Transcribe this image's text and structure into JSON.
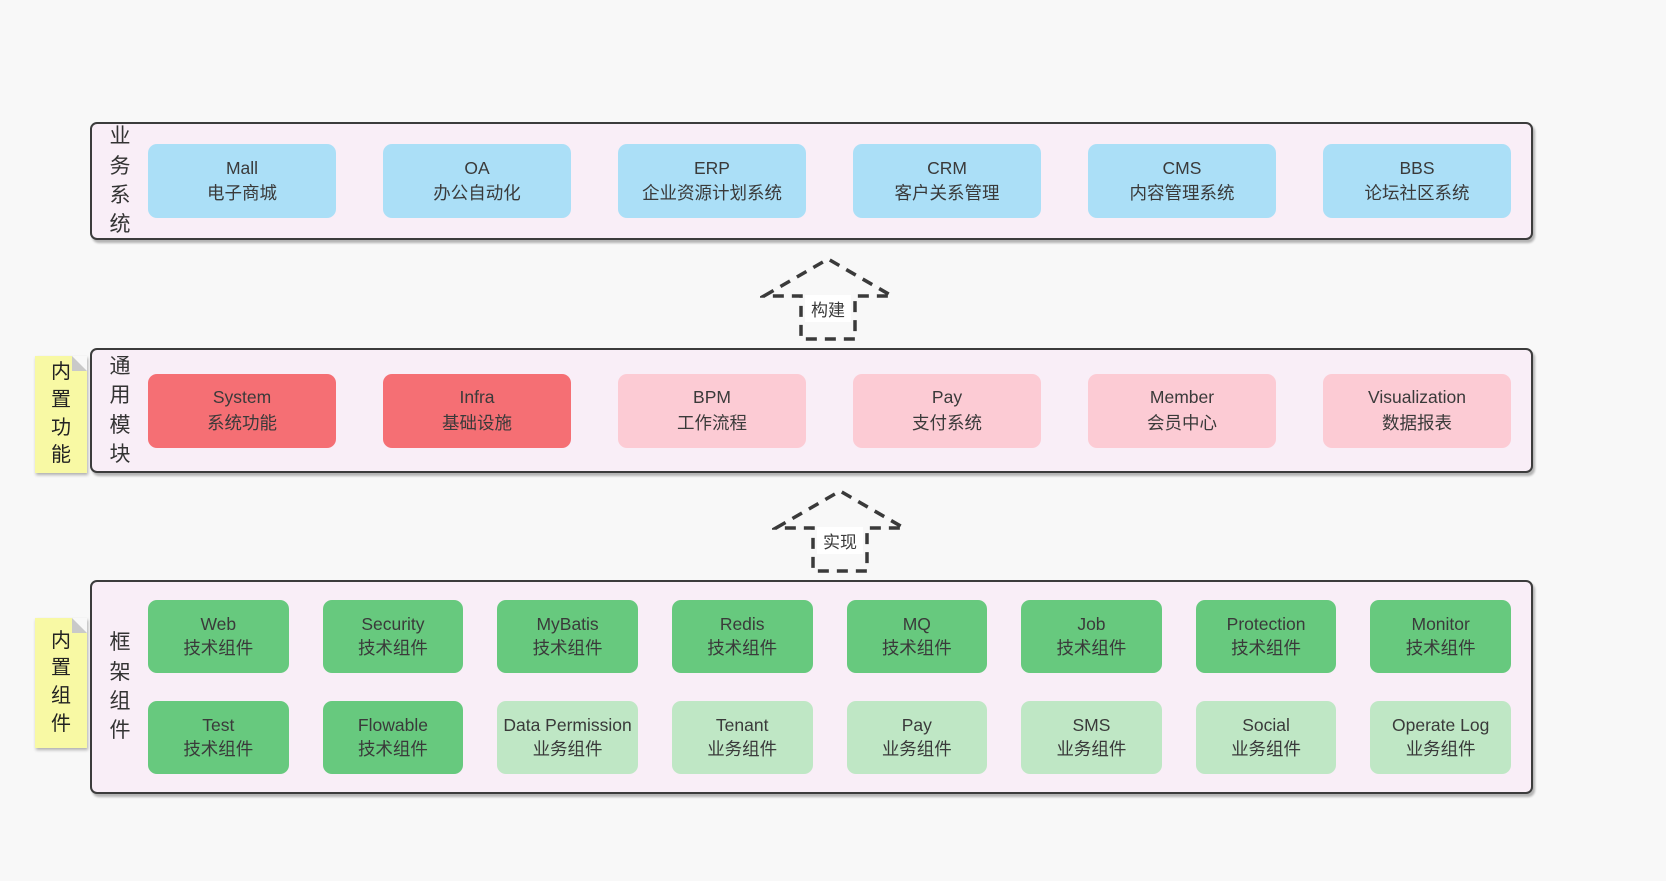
{
  "colors": {
    "page_bg": "#f8f8f8",
    "container_bg": "#f9eef7",
    "container_border": "#3c3c3c",
    "blue": "#abdff7",
    "red": "#f56f74",
    "pink": "#fccbd4",
    "green": "#67c97e",
    "light_green": "#bfe7c5",
    "sticky_yellow": "#f8f9a4",
    "text": "#3a3a3a"
  },
  "arrows": [
    {
      "label": "构建"
    },
    {
      "label": "实现"
    }
  ],
  "layers": [
    {
      "side_label": "业务系统",
      "boxes": [
        {
          "title": "Mall",
          "subtitle": "电子商城"
        },
        {
          "title": "OA",
          "subtitle": "办公自动化"
        },
        {
          "title": "ERP",
          "subtitle": "企业资源计划系统"
        },
        {
          "title": "CRM",
          "subtitle": "客户关系管理"
        },
        {
          "title": "CMS",
          "subtitle": "内容管理系统"
        },
        {
          "title": "BBS",
          "subtitle": "论坛社区系统"
        }
      ]
    },
    {
      "sticky": "内置功能",
      "side_label": "通用模块",
      "boxes": [
        {
          "title": "System",
          "subtitle": "系统功能"
        },
        {
          "title": "Infra",
          "subtitle": "基础设施"
        },
        {
          "title": "BPM",
          "subtitle": "工作流程"
        },
        {
          "title": "Pay",
          "subtitle": "支付系统"
        },
        {
          "title": "Member",
          "subtitle": "会员中心"
        },
        {
          "title": "Visualization",
          "subtitle": "数据报表"
        }
      ]
    },
    {
      "sticky": "内置组件",
      "side_label": "框架组件",
      "rows": [
        [
          {
            "title": "Web",
            "subtitle": "技术组件"
          },
          {
            "title": "Security",
            "subtitle": "技术组件"
          },
          {
            "title": "MyBatis",
            "subtitle": "技术组件"
          },
          {
            "title": "Redis",
            "subtitle": "技术组件"
          },
          {
            "title": "MQ",
            "subtitle": "技术组件"
          },
          {
            "title": "Job",
            "subtitle": "技术组件"
          },
          {
            "title": "Protection",
            "subtitle": "技术组件"
          },
          {
            "title": "Monitor",
            "subtitle": "技术组件"
          }
        ],
        [
          {
            "title": "Test",
            "subtitle": "技术组件"
          },
          {
            "title": "Flowable",
            "subtitle": "技术组件"
          },
          {
            "title": "Data Permission",
            "subtitle": "业务组件"
          },
          {
            "title": "Tenant",
            "subtitle": "业务组件"
          },
          {
            "title": "Pay",
            "subtitle": "业务组件"
          },
          {
            "title": "SMS",
            "subtitle": "业务组件"
          },
          {
            "title": "Social",
            "subtitle": "业务组件"
          },
          {
            "title": "Operate Log",
            "subtitle": "业务组件"
          }
        ]
      ]
    }
  ]
}
